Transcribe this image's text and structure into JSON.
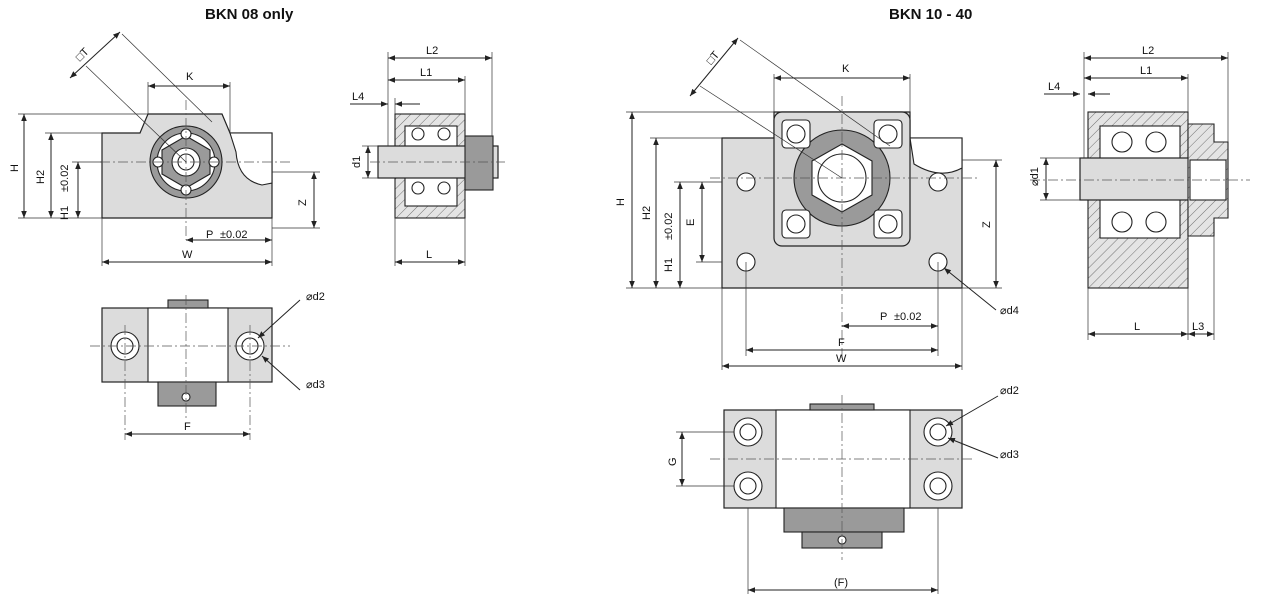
{
  "titles": {
    "left": "BKN 08 only",
    "right": "BKN 10 - 40"
  },
  "labels": {
    "T": "□T",
    "K": "K",
    "H": "H",
    "H1": "H1",
    "H2": "H2",
    "tol": "±0.02",
    "P": "P",
    "W": "W",
    "Z": "Z",
    "L": "L",
    "L1": "L1",
    "L2": "L2",
    "L3": "L3",
    "L4": "L4",
    "d1": "d1",
    "d2": "d2",
    "d3": "d3",
    "d4": "d4",
    "F": "F",
    "F_paren": "(F)",
    "E": "E",
    "G": "G",
    "diam_symbol": "⌀"
  }
}
